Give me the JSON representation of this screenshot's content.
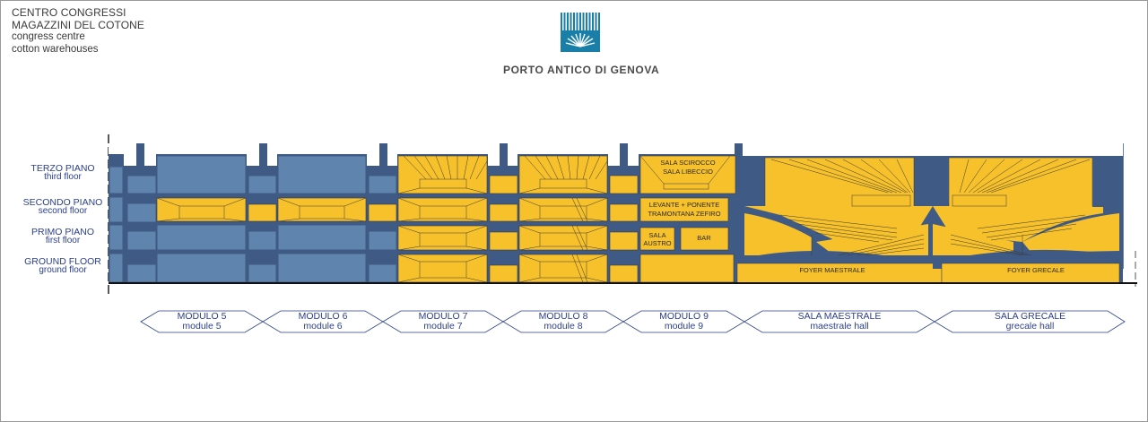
{
  "header": {
    "title_lines": [
      "CENTRO CONGRESSI",
      "MAGAZZINI DEL COTONE"
    ],
    "subtitle_lines": [
      "congress centre",
      "cotton warehouses"
    ],
    "brand": "PORTO ANTICO DI GENOVA",
    "logo_icon": "porto-antico-logo-icon"
  },
  "floors": [
    {
      "label": "TERZO PIANO",
      "sub": "third floor"
    },
    {
      "label": "SECONDO PIANO",
      "sub": "second floor"
    },
    {
      "label": "PRIMO PIANO",
      "sub": "first floor"
    },
    {
      "label": "GROUND FLOOR",
      "sub": "ground floor"
    }
  ],
  "rooms": {
    "scirocco": "SALA SCIROCCO",
    "libeccio": "SALA LIBECCIO",
    "levante_ponente": "LEVANTE + PONENTE",
    "tramontana_zefiro": "TRAMONTANA  ZEFIRO",
    "sala": "SALA",
    "austro": "AUSTRO",
    "bar": "BAR",
    "foyer_maestrale": "FOYER MAESTRALE",
    "foyer_grecale": "FOYER GRECALE"
  },
  "modules": [
    {
      "label": "MODULO 5",
      "sub": "module 5"
    },
    {
      "label": "MODULO 6",
      "sub": "module 6"
    },
    {
      "label": "MODULO 7",
      "sub": "module 7"
    },
    {
      "label": "MODULO 8",
      "sub": "module 8"
    },
    {
      "label": "MODULO 9",
      "sub": "module 9"
    },
    {
      "label": "SALA MAESTRALE",
      "sub": "maestrale hall"
    },
    {
      "label": "SALA GRECALE",
      "sub": "grecale hall"
    }
  ],
  "colors": {
    "structure": "#3f5a85",
    "unused_space": "#5f84ad",
    "congress_space": "#f7c12c",
    "text_blue": "#2b3f8c",
    "logo_blue": "#1a7fa8"
  }
}
